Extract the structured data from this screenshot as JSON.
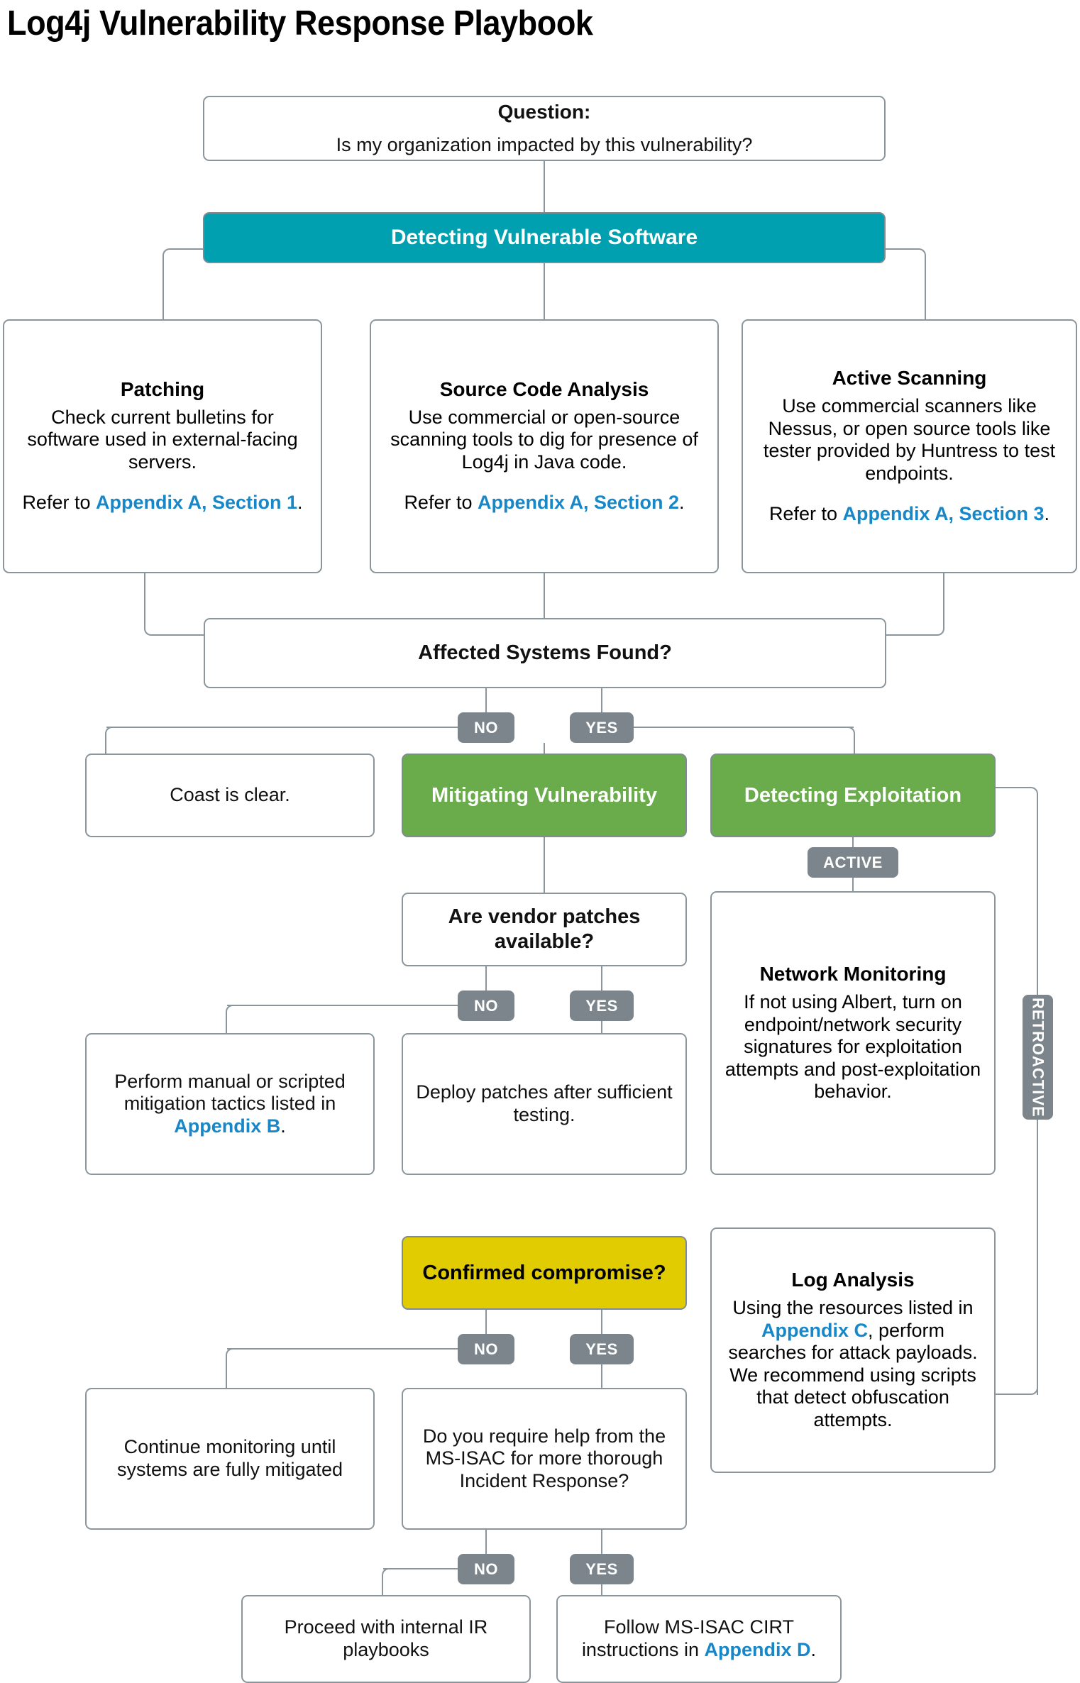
{
  "page": {
    "title": "Log4j Vulnerability Response Playbook"
  },
  "colors": {
    "teal": "#00A0B0",
    "green": "#6AAB4C",
    "yellow": "#E0CC00",
    "badge_gray": "#7B858B",
    "link_blue": "#1787C8",
    "border_gray": "#8A969C"
  },
  "nodes": {
    "question": {
      "lead": "Question:",
      "text": "Is my organization impacted by this vulnerability?"
    },
    "detecting_vulnerable_software": {
      "label": "Detecting Vulnerable Software"
    },
    "patching": {
      "heading": "Patching",
      "body": "Check current bulletins for software used in external-facing servers.",
      "refer_prefix": "Refer to ",
      "refer_link": "Appendix A, Section 1",
      "refer_suffix": "."
    },
    "source_code_analysis": {
      "heading": "Source Code Analysis",
      "body": "Use commercial or open-source scanning tools to dig for presence of Log4j in Java code.",
      "refer_prefix": "Refer to ",
      "refer_link": "Appendix A, Section 2",
      "refer_suffix": "."
    },
    "active_scanning": {
      "heading": "Active Scanning",
      "body": "Use commercial scanners like Nessus, or open source tools like tester provided by Huntress to test endpoints.",
      "refer_prefix": "Refer to ",
      "refer_link": "Appendix A, Section 3",
      "refer_suffix": "."
    },
    "affected_systems_found": {
      "label": "Affected Systems Found?"
    },
    "coast_is_clear": {
      "label": "Coast is clear."
    },
    "mitigating_vulnerability": {
      "label": "Mitigating Vulnerability"
    },
    "detecting_exploitation": {
      "label": "Detecting Exploitation"
    },
    "vendor_patches": {
      "label": "Are vendor patches available?"
    },
    "network_monitoring": {
      "heading": "Network Monitoring",
      "body": "If not using Albert, turn on endpoint/network security signatures for exploitation attempts and post-exploitation behavior."
    },
    "manual_mitigation": {
      "body_prefix": "Perform manual or scripted mitigation tactics listed in ",
      "body_link": "Appendix B",
      "body_suffix": "."
    },
    "deploy_patches": {
      "label": "Deploy patches after sufficient testing."
    },
    "confirmed_compromise": {
      "label": "Confirmed compromise?"
    },
    "log_analysis": {
      "heading": "Log Analysis",
      "body_prefix": "Using the resources listed in ",
      "body_link": "Appendix C",
      "body_suffix": ", perform searches for attack payloads. We recommend using scripts that detect obfuscation attempts."
    },
    "continue_monitoring": {
      "label": "Continue monitoring until systems are fully mitigated"
    },
    "require_help": {
      "label": "Do you require help from the MS-ISAC for more thorough Incident Response?"
    },
    "internal_ir": {
      "label": "Proceed with internal IR playbooks"
    },
    "follow_cirt": {
      "body_prefix": "Follow MS-ISAC CIRT instructions in ",
      "body_link": "Appendix D",
      "body_suffix": "."
    }
  },
  "badges": {
    "affected_no": "NO",
    "affected_yes": "YES",
    "active": "ACTIVE",
    "retroactive": "RETROACTIVE",
    "patches_no": "NO",
    "patches_yes": "YES",
    "compromise_no": "NO",
    "compromise_yes": "YES",
    "help_no": "NO",
    "help_yes": "YES"
  }
}
